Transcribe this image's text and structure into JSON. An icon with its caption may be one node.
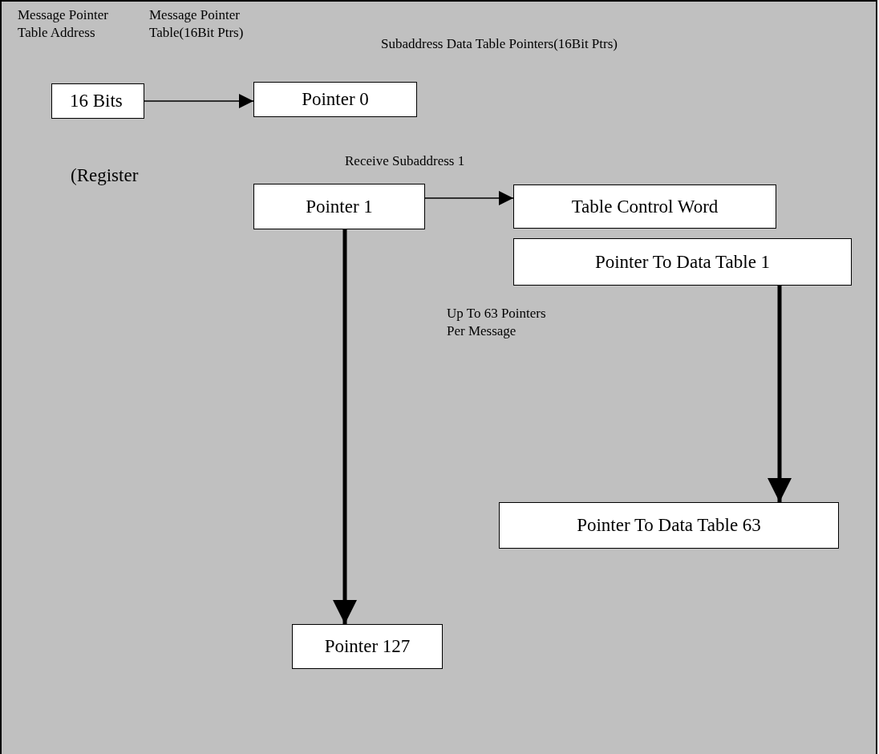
{
  "diagram": {
    "nodes": [
      {
        "text": [
          "16 Bits"
        ]
      },
      {
        "text": [
          "Pointer 0"
        ]
      },
      {
        "text": [
          "Pointer 1"
        ]
      },
      {
        "text": [
          "Table Control Word"
        ]
      },
      {
        "text": [
          "Pointer To Data Table 1"
        ]
      },
      {
        "text": [
          "Pointer To Data Table 63"
        ]
      },
      {
        "text": [
          "Pointer 127"
        ]
      }
    ],
    "edges": [
      {
        "from": 0,
        "to": 1,
        "arrow": "to"
      },
      {
        "from": 2,
        "to": 3,
        "arrow": "to"
      },
      {
        "from": 2,
        "to": 6,
        "arrow": "to",
        "style": "thick"
      },
      {
        "from": 4,
        "to": 5,
        "arrow": "to",
        "style": "thick"
      }
    ],
    "labels": [
      "Message Pointer Table Address",
      "Message Pointer Table(16Bit Ptrs)",
      "Subaddress Data Table Pointers(16Bit Ptrs)",
      "(Register",
      "Receive Subaddress 1",
      "Up To 63 Pointers Per Message"
    ]
  }
}
